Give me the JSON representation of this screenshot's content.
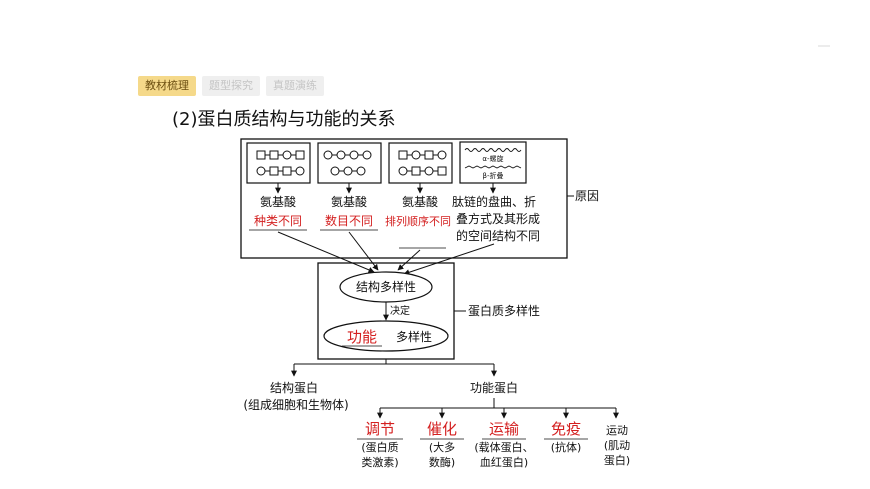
{
  "tabs": [
    {
      "label": "教材梳理",
      "active": true
    },
    {
      "label": "题型探究",
      "active": false
    },
    {
      "label": "真题演练",
      "active": false
    }
  ],
  "heading": "(2)蛋白质结构与功能的关系",
  "diagram": {
    "causes": [
      {
        "line1": "氨基酸",
        "line2": "种类不同"
      },
      {
        "line1": "氨基酸",
        "line2": "数目不同"
      },
      {
        "line1": "氨基酸",
        "line2": "排列顺序不同"
      },
      {
        "line1": "肽链的盘曲、折",
        "line2": "叠方式及其形成",
        "line3": "的空间结构不同"
      }
    ],
    "helix_label": "α-螺旋",
    "sheet_label": "β-折叠",
    "reason_label": "原因",
    "structure_diversity": "结构多样性",
    "decides": "决定",
    "function_word": "功能",
    "diversity_suffix": "多样性",
    "protein_diversity": "蛋白质多样性",
    "structural_protein": "结构蛋白",
    "structural_protein_examples": "(组成细胞和生物体)",
    "functional_protein": "功能蛋白",
    "functions": [
      {
        "name": "调节",
        "desc1": "(蛋白质",
        "desc2": "类激素)"
      },
      {
        "name": "催化",
        "desc1": "(大多",
        "desc2": "数酶)"
      },
      {
        "name": "运输",
        "desc1": "(载体蛋白、",
        "desc2": "血红蛋白)"
      },
      {
        "name": "免疫",
        "desc1": "(抗体)",
        "desc2": ""
      },
      {
        "name": "运动",
        "desc1": "(肌动",
        "desc2": "蛋白)"
      }
    ],
    "colors": {
      "red": "#d42020",
      "black": "#111111"
    }
  }
}
